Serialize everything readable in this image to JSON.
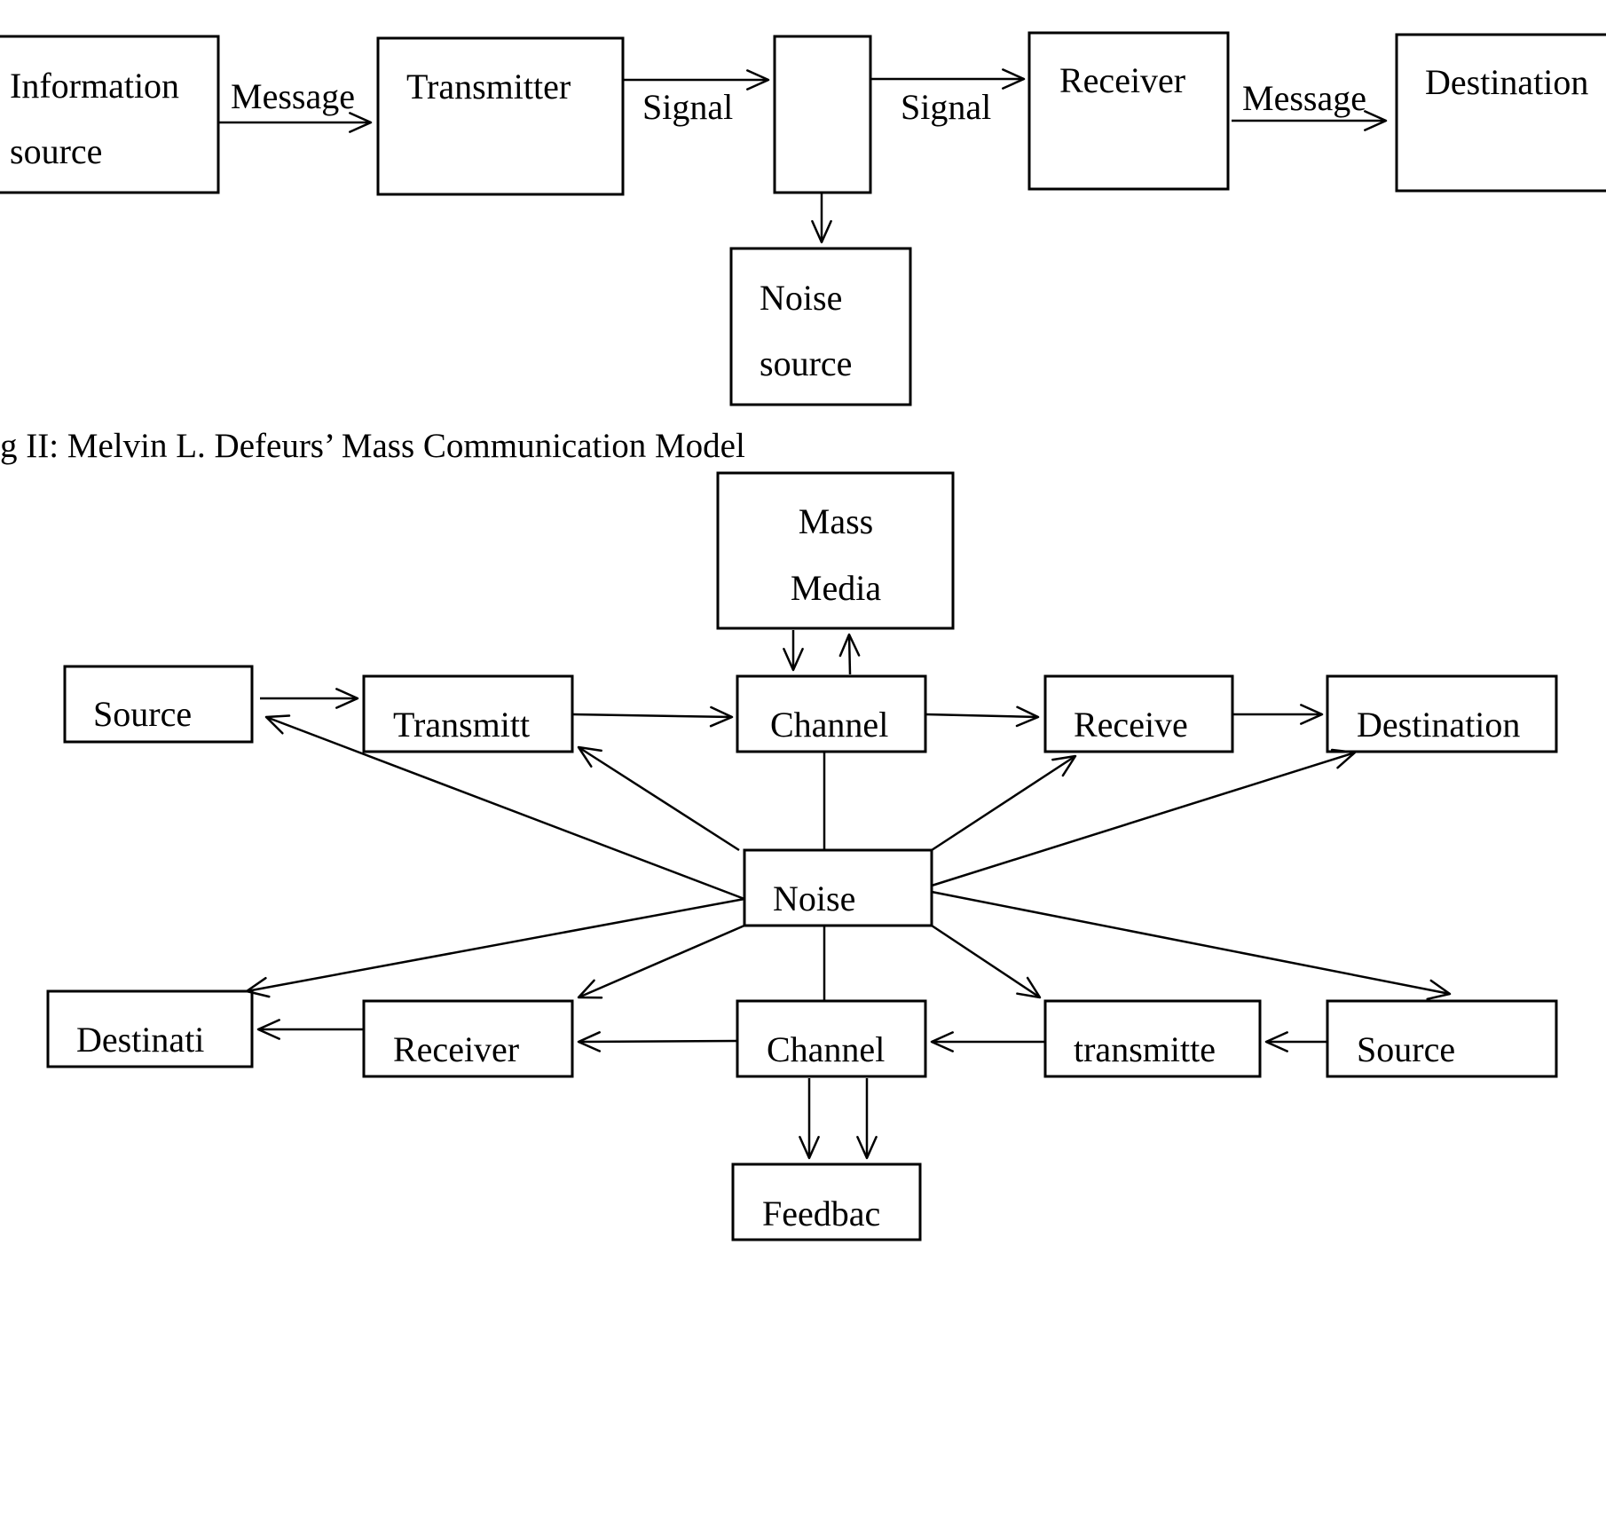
{
  "diagram1": {
    "nodes": {
      "info_source": {
        "lines": [
          "Information",
          "source"
        ]
      },
      "transmitter": {
        "lines": [
          "Transmitter"
        ]
      },
      "channel": {
        "lines": []
      },
      "receiver": {
        "lines": [
          "Receiver"
        ]
      },
      "destination": {
        "lines": [
          "Destination"
        ]
      },
      "noise_source": {
        "lines": [
          "Noise",
          "source"
        ]
      }
    },
    "edge_labels": {
      "message_1": "Message",
      "signal_1": "Signal",
      "signal_2": "Signal",
      "message_2": "Message"
    }
  },
  "caption": "g II: Melvin L. Defeurs’ Mass Communication Model",
  "diagram2": {
    "nodes": {
      "mass_media": {
        "lines": [
          "Mass",
          "Media"
        ]
      },
      "source_top": {
        "lines": [
          "Source"
        ]
      },
      "transmitter_top": {
        "lines": [
          "Transmitt"
        ]
      },
      "channel_top": {
        "lines": [
          "Channel"
        ]
      },
      "receiver_top": {
        "lines": [
          "Receive"
        ]
      },
      "destination_top": {
        "lines": [
          "Destination"
        ]
      },
      "noise": {
        "lines": [
          "Noise"
        ]
      },
      "destination_bottom": {
        "lines": [
          "Destinati"
        ]
      },
      "receiver_bottom": {
        "lines": [
          "Receiver"
        ]
      },
      "channel_bottom": {
        "lines": [
          "Channel"
        ]
      },
      "transmitter_bottom": {
        "lines": [
          "transmitte"
        ]
      },
      "source_bottom": {
        "lines": [
          "Source"
        ]
      },
      "feedback": {
        "lines": [
          "Feedbac"
        ]
      }
    }
  }
}
